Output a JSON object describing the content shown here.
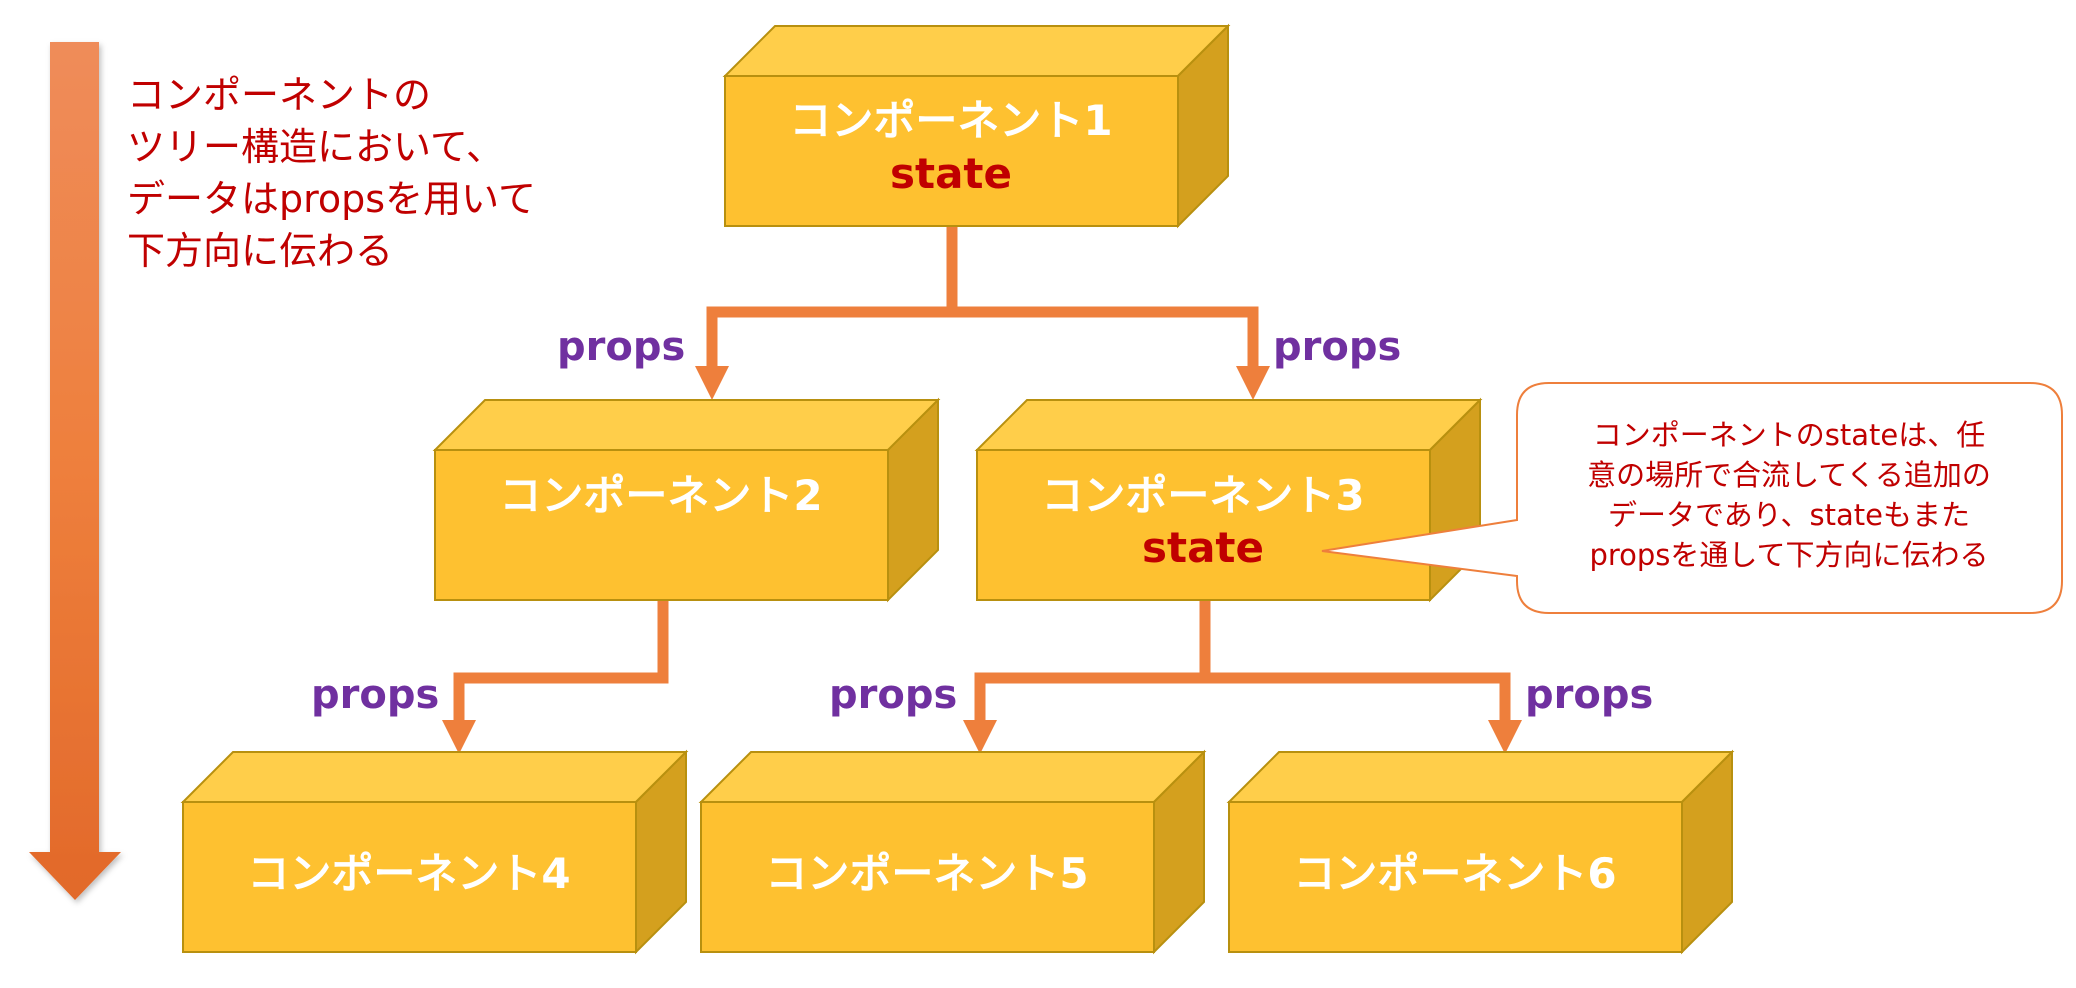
{
  "intro": {
    "lines": [
      "コンポーネントの",
      "ツリー構造において、",
      "データはpropsを用いて",
      "下方向に伝わる"
    ]
  },
  "components": [
    {
      "label": "コンポーネント1",
      "state": "state"
    },
    {
      "label": "コンポーネント2"
    },
    {
      "label": "コンポーネント3",
      "state": "state"
    },
    {
      "label": "コンポーネント4"
    },
    {
      "label": "コンポーネント5"
    },
    {
      "label": "コンポーネント6"
    }
  ],
  "props_label": "props",
  "callout": {
    "lines": [
      "コンポーネントのstateは、任",
      "意の場所で合流してくる追加の",
      "データであり、stateもまた",
      "propsを通して下方向に伝わる"
    ]
  },
  "colors": {
    "box": "#FEC130",
    "arrow": "#EE7F3C",
    "props": "#7030A0",
    "state": "#C00000"
  }
}
